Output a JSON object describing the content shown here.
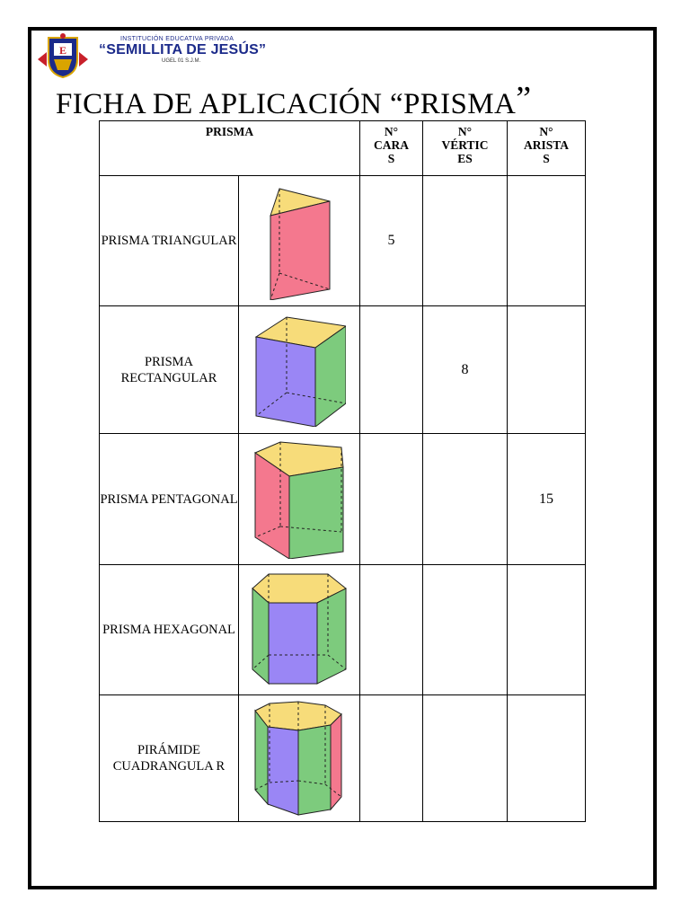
{
  "header": {
    "school_top": "INSTITUCIÓN EDUCATIVA PRIVADA",
    "school_name": "“SEMILLITA DE JESÚS”",
    "school_sub": "UGEL 01 S.J.M.",
    "logo_letter": "E"
  },
  "title": {
    "main": "FICHA DE APLICACIÓN “PRISMA",
    "close_quote": "”"
  },
  "table": {
    "headers": {
      "prisma": "PRISMA",
      "caras": "N° CARA S",
      "vertices": "N° VÉRTIC ES",
      "aristas": "N° ARISTA S"
    },
    "rows": [
      {
        "name": "PRISMA TRIANGULAR",
        "shape": "triangular-prism-icon",
        "caras": "5",
        "vertices": "",
        "aristas": ""
      },
      {
        "name": "PRISMA RECTANGULAR",
        "shape": "rectangular-prism-icon",
        "caras": "",
        "vertices": "8",
        "aristas": ""
      },
      {
        "name": "PRISMA PENTAGONAL",
        "shape": "pentagonal-prism-icon",
        "caras": "",
        "vertices": "",
        "aristas": "15"
      },
      {
        "name": "PRISMA HEXAGONAL",
        "shape": "hexagonal-prism-icon",
        "caras": "",
        "vertices": "",
        "aristas": ""
      },
      {
        "name": "PIRÁMIDE CUADRANGULA R",
        "shape": "octagonal-prism-icon",
        "caras": "",
        "vertices": "",
        "aristas": ""
      }
    ]
  },
  "colors": {
    "yellow": "#f7dc7a",
    "pink": "#f4788e",
    "purple": "#9a86f5",
    "green": "#7dcb7d",
    "brand_blue": "#1b2a8a"
  }
}
